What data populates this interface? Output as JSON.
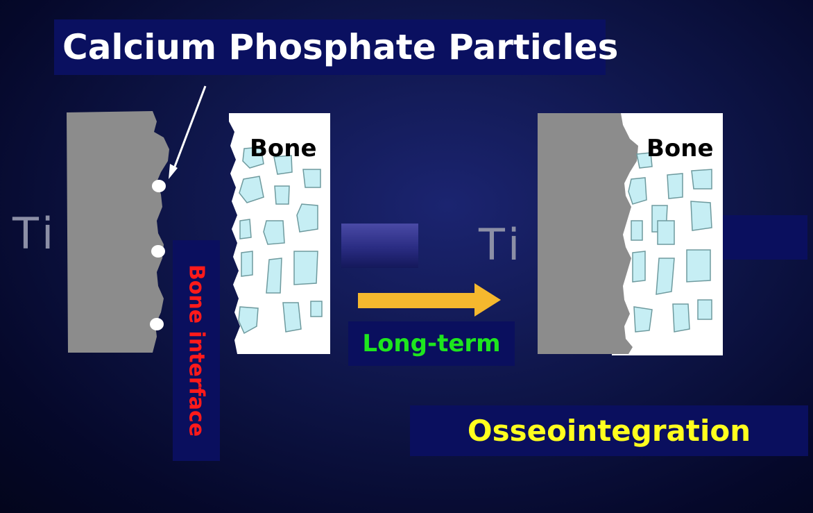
{
  "title": "Calcium Phosphate Particles",
  "ti_label": "Ti",
  "bone_label": "Bone",
  "interface_label": "Bone interface",
  "arrow_label": "Long-term",
  "result_label": "Osseointegration",
  "colors": {
    "background": "#0e1548",
    "box": "#0a0f5e",
    "implant": "#8c8c8c",
    "bone": "#ffffff",
    "pore": "#c6eef4",
    "interface_text": "#ff1a1a",
    "arrow_text": "#1ee61e",
    "result_text": "#ffff1e",
    "arrow": "#f5b82e"
  }
}
